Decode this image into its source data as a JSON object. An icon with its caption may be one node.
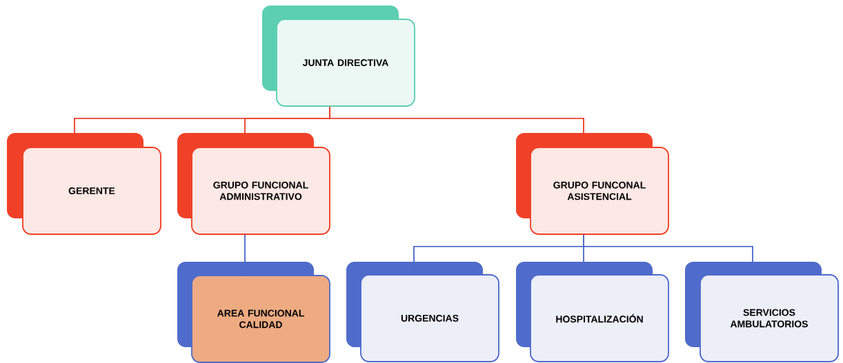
{
  "diagram": {
    "nodes": [
      {
        "text": [
          "JUNTA DIRECTIVA"
        ]
      },
      {
        "text": [
          "GERENTE"
        ]
      },
      {
        "text": [
          "GRUPO FUNCIONAL ADMINISTRATIVO"
        ]
      },
      {
        "text": [
          "GRUPO FUNCONAL ASISTENCIAL"
        ]
      },
      {
        "text": [
          "AREA FUNCIONAL CALIDAD"
        ]
      },
      {
        "text": [
          "URGENCIAS"
        ]
      },
      {
        "text": [
          "HOSPITALIZACIÓN"
        ]
      },
      {
        "text": [
          "SERVICIOS AMBULATORIOS"
        ]
      }
    ],
    "edges": [
      {
        "from": 0,
        "to": 1,
        "arrow": "none",
        "color": "#f04128"
      },
      {
        "from": 0,
        "to": 2,
        "arrow": "none",
        "color": "#f04128"
      },
      {
        "from": 0,
        "to": 3,
        "arrow": "none",
        "color": "#f04128"
      },
      {
        "from": 2,
        "to": 4,
        "arrow": "none",
        "color": "#4f6bcb"
      },
      {
        "from": 3,
        "to": 5,
        "arrow": "none",
        "color": "#4f6bcb"
      },
      {
        "from": 3,
        "to": 6,
        "arrow": "none",
        "color": "#4f6bcb"
      },
      {
        "from": 3,
        "to": 7,
        "arrow": "none",
        "color": "#4f6bcb"
      }
    ]
  }
}
